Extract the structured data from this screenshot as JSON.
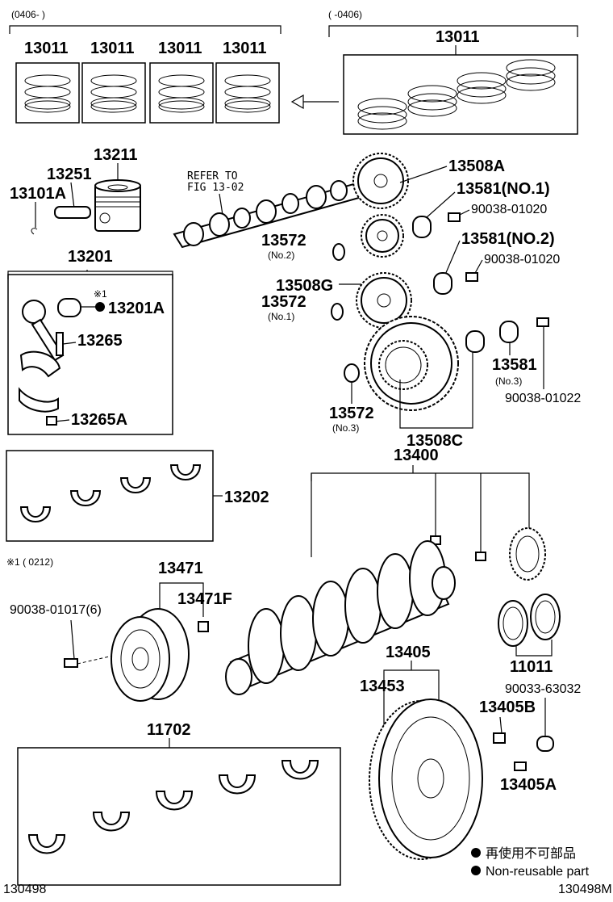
{
  "ring_sets": {
    "range_left": "(0406-      )",
    "range_right": "(      -0406)",
    "sets_left": [
      {
        "label": "13011"
      },
      {
        "label": "13011"
      },
      {
        "label": "13011"
      },
      {
        "label": "13011"
      }
    ],
    "label_right": "13011"
  },
  "piston": {
    "piston": "13211",
    "pin": "13251",
    "snap_ring": "13101A"
  },
  "connecting_rod": {
    "assy": "13201",
    "note_mark": "※1",
    "bushing": "13201A",
    "bolt": "13265",
    "nut": "13265A"
  },
  "rod_bearings": {
    "label": "13202"
  },
  "camshaft": {
    "refer_line1": "REFER TO",
    "refer_line2": "FIG 13-02",
    "gear_a": "13508A",
    "gear_g": "13508G",
    "gear_c": "13508C",
    "bush_no1": "13581(NO.1)",
    "bush_no2": "13581(NO.2)",
    "bush_no3": "13581",
    "bush_no3_sub": "(No.3)",
    "bolt_1": "90038-01020",
    "bolt_2": "90038-01020",
    "bolt_3": "90038-01022",
    "washer_top": "13572",
    "washer_top_sub": "(No.2)",
    "washer_mid": "13572",
    "washer_mid_sub": "(No.1)",
    "washer_bot": "13572",
    "washer_bot_sub": "(No.3)"
  },
  "crankshaft": {
    "assy": "13400",
    "thrust_washer": "11011",
    "footnote": "※1 (        0212)"
  },
  "pulley": {
    "assy": "13471",
    "key": "13471F",
    "bolt": "90038-01017(6)"
  },
  "flywheel": {
    "assy": "13405",
    "ring_gear": "13453",
    "bolt": "13405B",
    "pin": "13405A",
    "plug": "90033-63032"
  },
  "main_bearings": {
    "label": "11702"
  },
  "legend": {
    "jp": "再使用不可部品",
    "en": "Non-reusable part"
  },
  "footer": {
    "left_code": "130498",
    "right_code": "130498M"
  }
}
